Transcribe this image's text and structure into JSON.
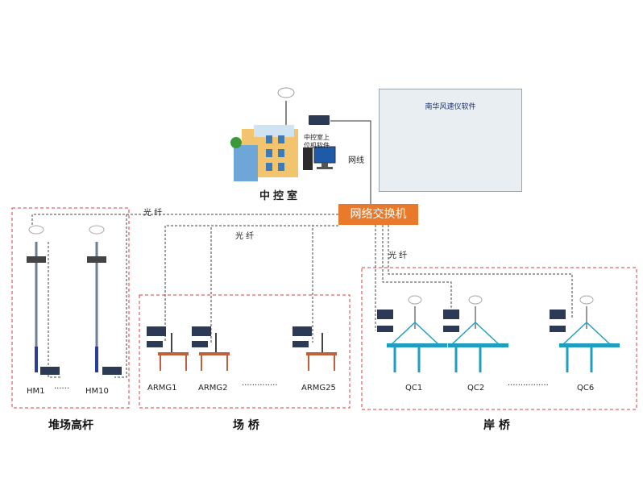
{
  "title": "",
  "center": {
    "building_label": "中控室",
    "pc_label_line1": "中控室上",
    "pc_label_line2": "位机软件",
    "network_cable_label": "网线",
    "software_title": "南华风速仪软件"
  },
  "switch": {
    "label": "网络交换机"
  },
  "fiber_labels": {
    "left": "光  纤",
    "middle": "光  纤",
    "right": "光 纤"
  },
  "groups": {
    "highmast": {
      "title": "堆场高杆",
      "items": [
        "HM1",
        "HM10"
      ],
      "ellipsis": "······"
    },
    "yard_crane": {
      "title": "场    桥",
      "items": [
        "ARMG1",
        "ARMG2",
        "ARMG25"
      ],
      "ellipsis": "··············"
    },
    "quay_crane": {
      "title": "岸    桥",
      "items": [
        "QC1",
        "QC2",
        "QC6"
      ],
      "ellipsis": "················"
    }
  },
  "colors": {
    "dashed_box": "#e23b3b",
    "switch": "#e97a2b",
    "crane": "#1f9fc0",
    "pole": "#6e7f93",
    "table": "#c0603a"
  }
}
